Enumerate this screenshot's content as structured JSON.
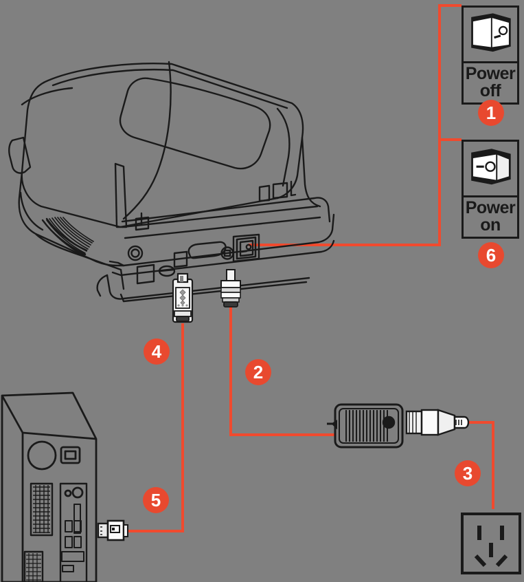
{
  "diagram": {
    "title": "Printer power and USB connection diagram",
    "background_color": "#808080",
    "accent_color": "#E8492F",
    "line_color": "#1a1a1a",
    "steps": [
      {
        "number": "1",
        "meaning": "Set power switch to Power off"
      },
      {
        "number": "2",
        "meaning": "Connect DC power jack to printer"
      },
      {
        "number": "3",
        "meaning": "Plug AC power cord into wall outlet"
      },
      {
        "number": "4",
        "meaning": "Connect USB cable to printer"
      },
      {
        "number": "5",
        "meaning": "Connect USB cable to computer"
      },
      {
        "number": "6",
        "meaning": "Set power switch to Power on"
      }
    ],
    "switch_off": {
      "caption_line1": "Power",
      "caption_line2": "off",
      "state": "off",
      "badge": "1"
    },
    "switch_on": {
      "caption_line1": "Power",
      "caption_line2": "on",
      "state": "on",
      "badge": "6"
    },
    "badges": {
      "b1": "1",
      "b2": "2",
      "b3": "3",
      "b4": "4",
      "b5": "5",
      "b6": "6"
    },
    "components": {
      "printer": "thermal-label-printer",
      "computer": "desktop-computer-tower",
      "adapter": "ac-power-adapter-brick",
      "outlet": "wall-power-outlet",
      "usb_connector": "usb-type-b-connector",
      "dc_connector": "dc-barrel-connector",
      "ac_plug": "ac-power-plug"
    }
  }
}
